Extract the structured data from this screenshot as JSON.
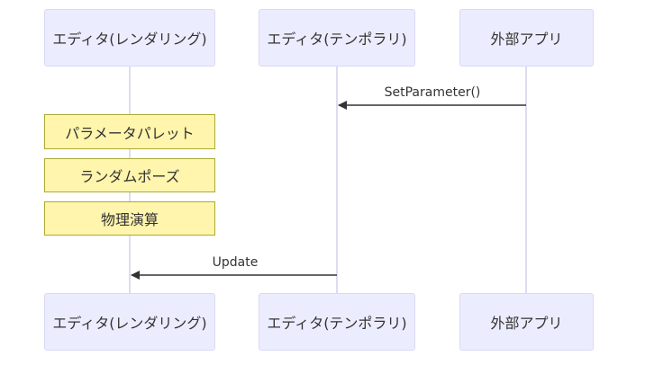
{
  "participants": {
    "render": "エディタ(レンダリング)",
    "temporal": "エディタ(テンポラリ)",
    "external": "外部アプリ"
  },
  "messages": [
    {
      "from": "external",
      "to": "temporal",
      "label": "SetParameter()"
    },
    {
      "from": "temporal",
      "to": "render",
      "label": "Update"
    }
  ],
  "notes": [
    "パラメータパレット",
    "ランダムポーズ",
    "物理演算"
  ],
  "colors": {
    "actor_fill": "#ECECFF",
    "actor_border": "#d9d9f5",
    "lifeline": "#d3d0ea",
    "note_fill": "#fff5ad",
    "note_border": "#aaaa33",
    "arrow": "#333333"
  }
}
